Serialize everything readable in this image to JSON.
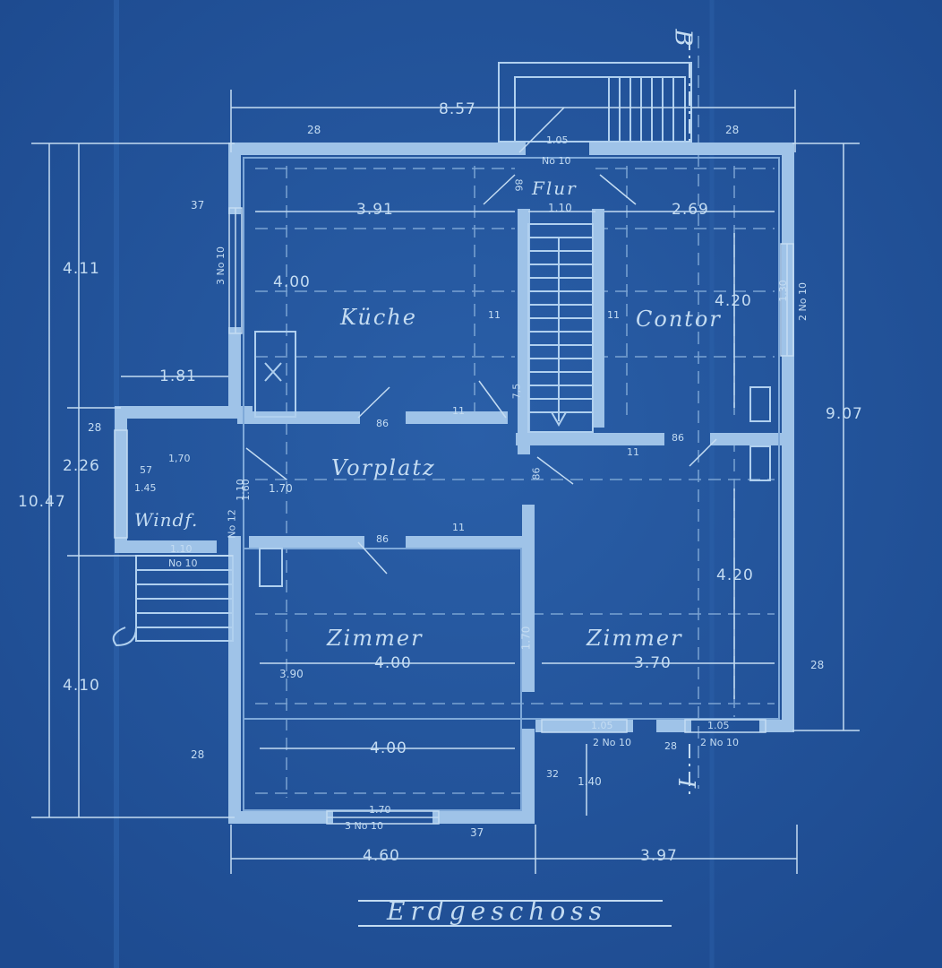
{
  "drawing": {
    "title": "Erdgeschoss",
    "section_marks": [
      "B",
      "I"
    ],
    "colors": {
      "paper": "#23539a",
      "ink": "#c4dcf2",
      "wall": "#9fc3e8"
    }
  },
  "rooms": {
    "kueche": "Küche",
    "contor": "Contor",
    "flur": "Flur",
    "vorplatz": "Vorplatz",
    "windfang": "Windf.",
    "zimmer_left": "Zimmer",
    "zimmer_right": "Zimmer"
  },
  "dimensions": {
    "overall_width": "8.57",
    "bottom_left": "4.60",
    "bottom_right": "3.97",
    "left_total": "10.47",
    "left_upper": "4.11",
    "left_middle": "2.26",
    "left_lower": "4.10",
    "right_total": "9.07",
    "kueche_width": "3.91",
    "kueche_depth": "4.00",
    "contor_width": "2.69",
    "contor_depth": "4.20",
    "flur_width": "1.10",
    "windfang_width": "1.81",
    "zimmer_left_width": "4.00",
    "zimmer_left_width_b": "4.00",
    "zimmer_left_depth": "3.90",
    "zimmer_right_width": "3.70",
    "zimmer_right_depth": "4.20",
    "vorplatz_depth": "1.70",
    "porch_depth": "1.40",
    "door_partition": "1.70",
    "windfang_depth": "1.60"
  },
  "wall_labels": {
    "top_left": "28",
    "top_right": "28",
    "left_37": "37",
    "left_28": "28",
    "left_28_lower": "28",
    "right_28": "28",
    "bottom_37": "37",
    "bottom_32": "32",
    "bottom_right_28": "28",
    "stair_11_left": "11",
    "stair_11_right": "11",
    "door_86_a": "86",
    "door_11_a": "11",
    "door_86_b": "86",
    "door_11_b": "11",
    "door_86_c": "86",
    "door_11_c": "11",
    "door_86_d": "86",
    "flur_86": "86",
    "vorplatz_86": "86",
    "windfang_57": "57",
    "windfang_145": "1.45",
    "windfang_170": "1,70",
    "stair_7_5": "7,5"
  },
  "window_labels": {
    "top_door": "1.05",
    "top_door_no": "No 10",
    "left_window": "3 No 10",
    "right_window": "2 No 10",
    "right_window_w": "1.30",
    "bottom_window": "3 No 10",
    "bottom_window_w": "1.70",
    "lower_right_1": "1.05",
    "lower_right_1_no": "2 No 10",
    "lower_right_2": "1.05",
    "lower_right_2_no": "2 No 10",
    "windfang_door": "1.10",
    "windfang_door_no": "No 10",
    "windfang_side": "No 12",
    "windfang_side_w": "1.10"
  }
}
